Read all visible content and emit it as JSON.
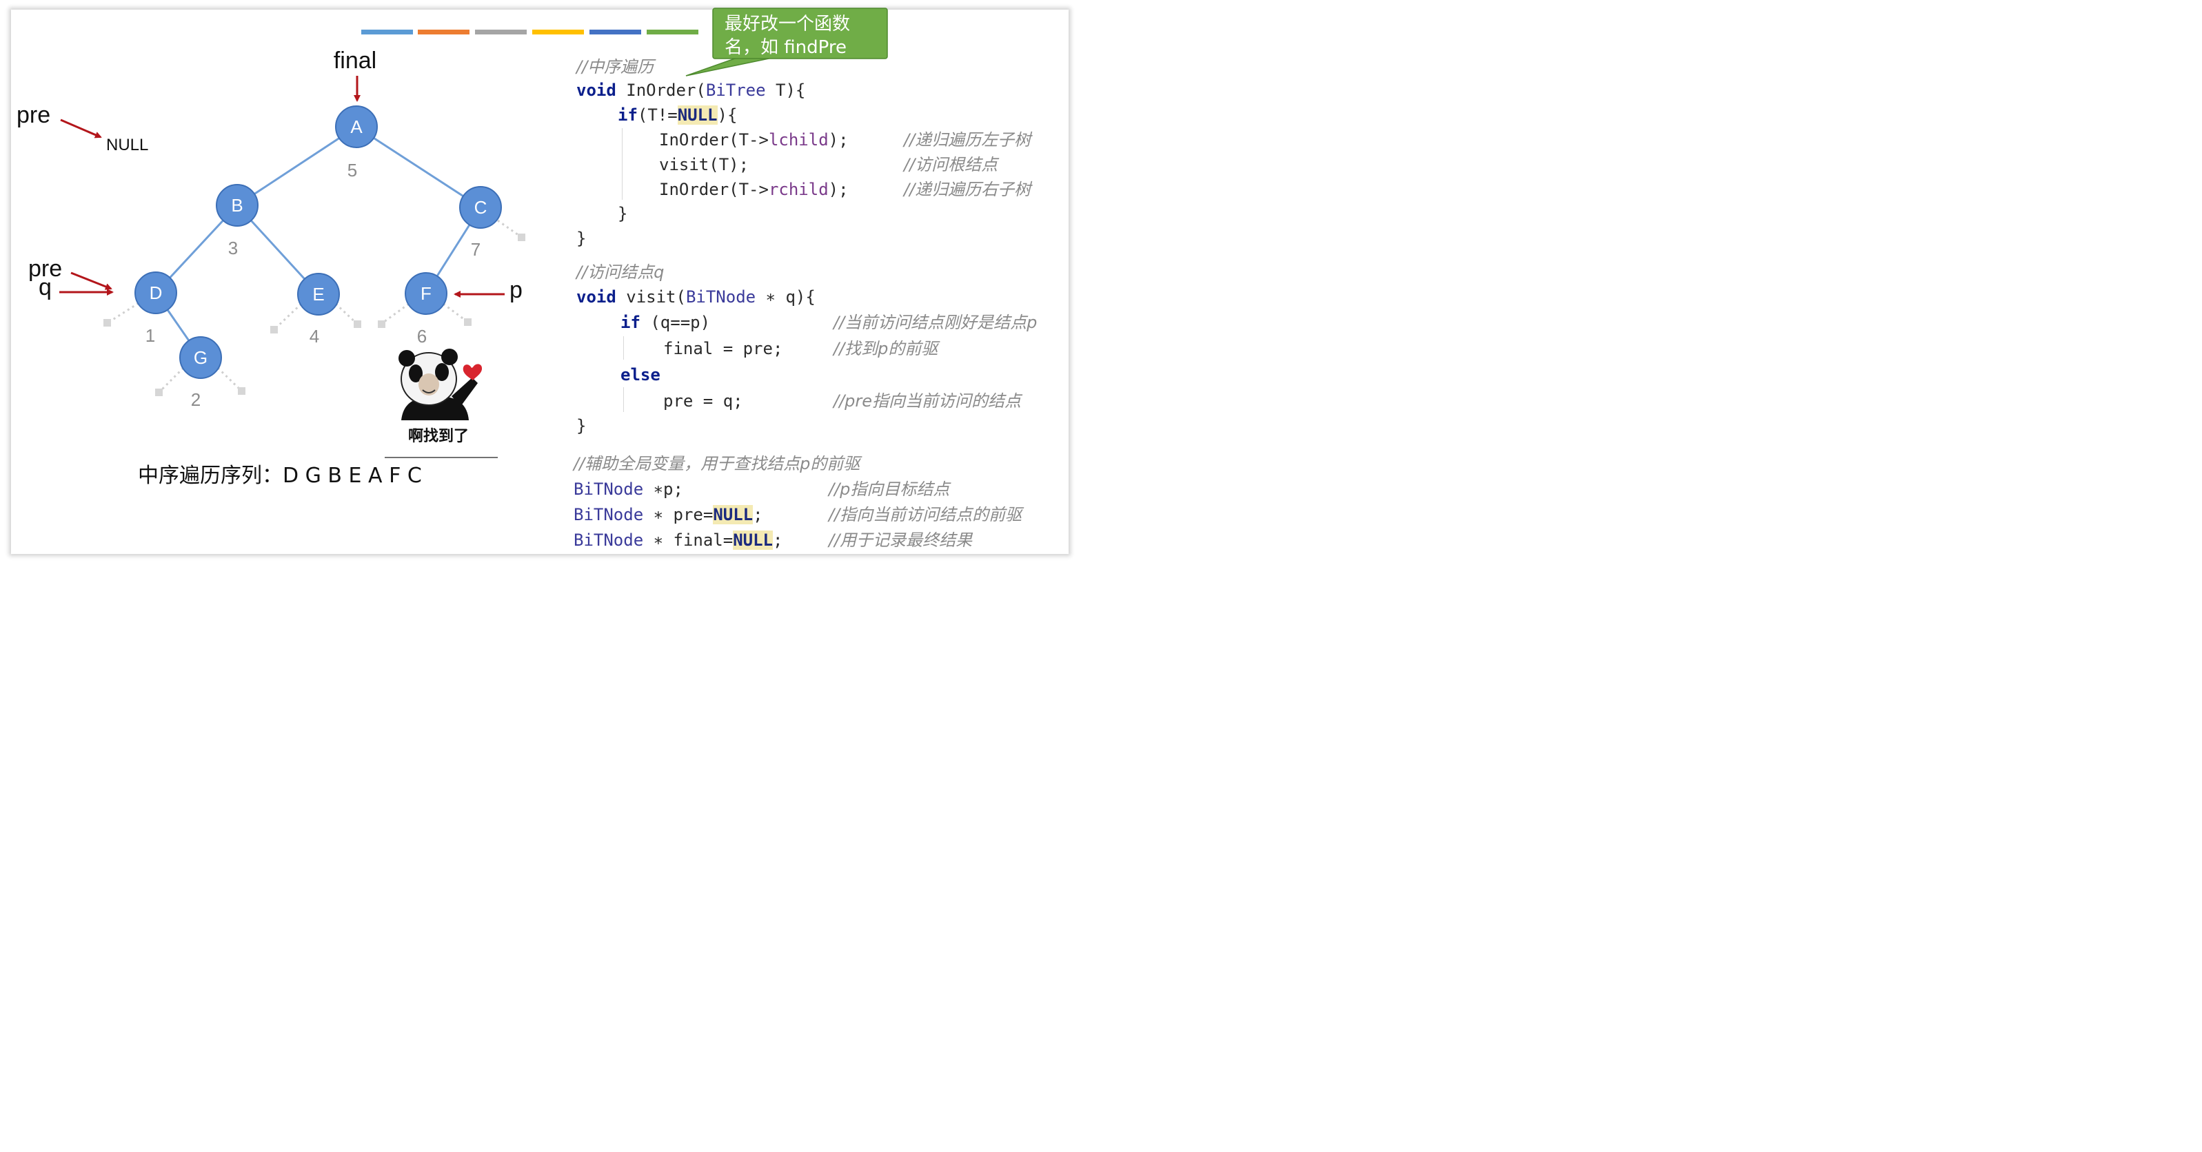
{
  "colors": {
    "node_fill": "#5b8fd6",
    "node_stroke": "#3c6fb7",
    "edge": "#6f9fd8",
    "arrow": "#b3161b",
    "callout_fill": "#70ad47",
    "strip": [
      "#5b9bd5",
      "#ed7d31",
      "#a5a5a5",
      "#ffc000",
      "#4472c4",
      "#70ad47"
    ]
  },
  "callout": {
    "line1": "最好改一个函数",
    "line2": "名，如 findPre"
  },
  "tree": {
    "nodes": [
      {
        "id": "A",
        "label": "A",
        "order": "5"
      },
      {
        "id": "B",
        "label": "B",
        "order": "3"
      },
      {
        "id": "C",
        "label": "C",
        "order": "7"
      },
      {
        "id": "D",
        "label": "D",
        "order": "1"
      },
      {
        "id": "E",
        "label": "E",
        "order": "4"
      },
      {
        "id": "F",
        "label": "F",
        "order": "6"
      },
      {
        "id": "G",
        "label": "G",
        "order": "2"
      }
    ],
    "pointers": {
      "final": "final",
      "pre_top": "pre",
      "null_text": "NULL",
      "pre_left": "pre",
      "q": "q",
      "p": "p"
    }
  },
  "meme_caption": "啊找到了",
  "inorder_sequence": "中序遍历序列：D G B E A F C",
  "code": {
    "comment_inorder": "//中序遍历",
    "inorder": {
      "kw_void": "void",
      "sig_name": " InOrder(",
      "sig_type": "BiTree",
      "sig_rest": " T){",
      "kw_if": "if",
      "if_open": "(T!=",
      "null": "NULL",
      "if_close": "){",
      "call1_a": "InOrder(T->",
      "call1_f": "lchild",
      "call1_b": ");",
      "call1_cmt": "//递归遍历左子树",
      "call2": "visit(T);",
      "call2_cmt": "//访问根结点",
      "call3_a": "InOrder(T->",
      "call3_f": "rchild",
      "call3_b": ");",
      "call3_cmt": "//递归遍历右子树",
      "brace_inner": "}",
      "brace_outer": "}"
    },
    "comment_visit": "//访问结点q",
    "visit": {
      "kw_void": "void",
      "sig_name": " visit(",
      "sig_type": "BiTNode",
      "sig_rest": " ∗ q){",
      "kw_if": "if",
      "cond": " (q==p)",
      "cond_cmt": "//当前访问结点刚好是结点p",
      "assign_final": "final = pre;",
      "assign_final_cmt": "//找到p的前驱",
      "kw_else": "else",
      "assign_pre": "pre = q;",
      "assign_pre_cmt": "//pre指向当前访问的结点",
      "brace": "}"
    },
    "comment_globals": "//辅助全局变量，用于查找结点p的前驱",
    "globals": [
      {
        "type": "BiTNode",
        "rest": " ∗p;",
        "null": "",
        "end": "",
        "cmt": "//p指向目标结点"
      },
      {
        "type": "BiTNode",
        "rest": " ∗ pre=",
        "null": "NULL",
        "end": ";",
        "cmt": "//指向当前访问结点的前驱"
      },
      {
        "type": "BiTNode",
        "rest": " ∗ final=",
        "null": "NULL",
        "end": ";",
        "cmt": "//用于记录最终结果"
      }
    ]
  }
}
